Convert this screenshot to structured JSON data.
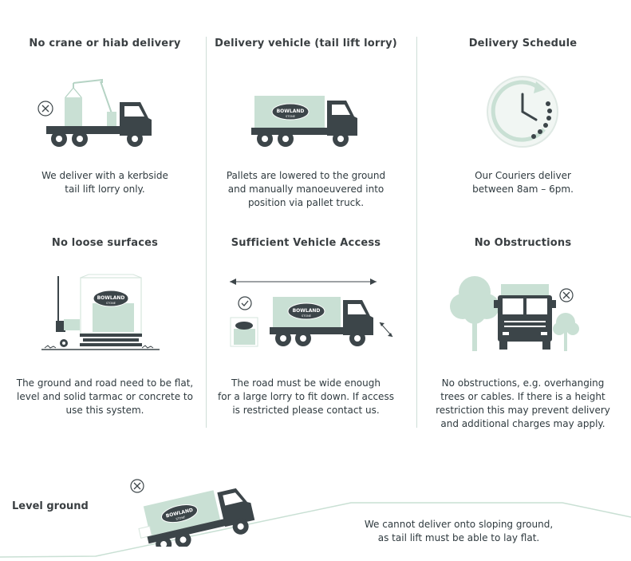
{
  "colors": {
    "dark": "#3c4549",
    "mint": "#c9e0d4",
    "mint_dark": "#b5d3c4",
    "line": "#cfded8",
    "text": "#2f3a3f"
  },
  "brand": {
    "name": "BOWLAND",
    "sub": "STONE"
  },
  "cards": [
    {
      "title": "No crane or hiab delivery",
      "icon": "crane-truck-crossed-icon",
      "lines": [
        "We deliver with a kerbside",
        "tail lift lorry only."
      ]
    },
    {
      "title": "Delivery vehicle (tail lift lorry)",
      "icon": "tail-lift-lorry-icon",
      "lines": [
        "Pallets are lowered to the ground",
        "and manually manoeuvered into",
        "position via pallet truck."
      ]
    },
    {
      "title": "Delivery Schedule",
      "icon": "clock-icon",
      "lines": [
        "Our Couriers deliver",
        "between 8am – 6pm."
      ]
    },
    {
      "title": "No loose surfaces",
      "icon": "pallet-truck-icon",
      "lines": [
        "The ground and road need to be flat,",
        "level and solid tarmac or concrete to",
        "use this system."
      ]
    },
    {
      "title": "Sufficient Vehicle Access",
      "icon": "vehicle-access-icon",
      "lines": [
        "The road must be wide enough",
        "for a large lorry to fit down. If access",
        "is restricted please contact us."
      ]
    },
    {
      "title": "No Obstructions",
      "icon": "obstruction-trees-icon",
      "lines": [
        "No obstructions, e.g. overhanging",
        "trees or cables. If there is a height",
        "restriction this may prevent delivery",
        "and additional charges may apply."
      ]
    }
  ],
  "level": {
    "title": "Level ground",
    "icon": "sloped-truck-icon",
    "lines": [
      "We cannot deliver onto sloping ground,",
      "as tail lift must be able to lay flat."
    ]
  }
}
